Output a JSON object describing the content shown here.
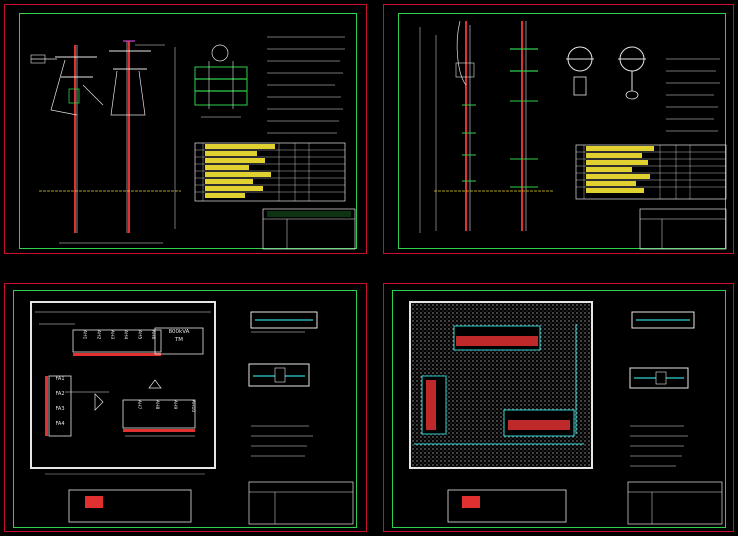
{
  "sheets": [
    {
      "id": "tl",
      "title": "",
      "subtitle": ""
    },
    {
      "id": "tr",
      "title": "",
      "subtitle": ""
    },
    {
      "id": "bl",
      "title": "",
      "subtitle": ""
    },
    {
      "id": "br",
      "title": "",
      "subtitle": ""
    }
  ],
  "room": {
    "equipment_label": "800kVA\nTM",
    "panels_left": [
      "FA1",
      "FA2",
      "FA3",
      "FA4"
    ],
    "panels_top": [
      "AH1",
      "AH2",
      "AH3",
      "AH4",
      "AH5",
      "AH6"
    ],
    "panels_bottom": [
      "AH7",
      "AH8",
      "AH9",
      "AH10"
    ]
  },
  "colors": {
    "background": "#000000",
    "frame": "#c8102e",
    "border": "#2fd04a",
    "line": "#e6e6e6",
    "pole": "#e03030",
    "ground": "#e0d030",
    "accent": "#30d0d0"
  }
}
